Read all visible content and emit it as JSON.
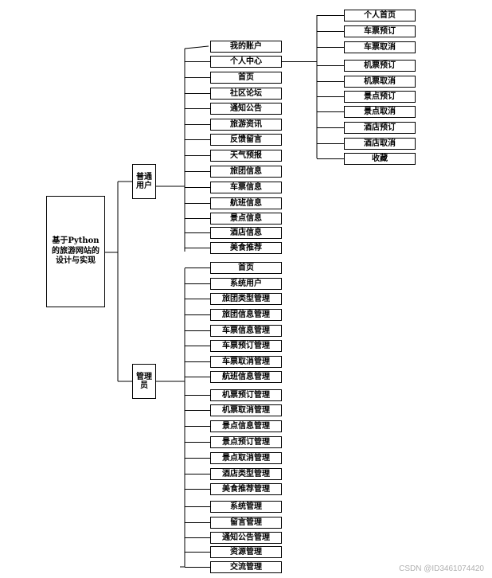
{
  "root": {
    "label": "基于Python的旅游网站的设计与实现"
  },
  "user_group": {
    "label": "普通用户",
    "items": [
      "我的账户",
      "个人中心",
      "首页",
      "社区论坛",
      "通知公告",
      "旅游资讯",
      "反馈留言",
      "天气预报",
      "旅团信息",
      "车票信息",
      "航班信息",
      "景点信息",
      "酒店信息",
      "美食推荐"
    ]
  },
  "personal_center": {
    "items": [
      "个人首页",
      "车票预订",
      "车票取消",
      "机票预订",
      "机票取消",
      "景点预订",
      "景点取消",
      "酒店预订",
      "酒店取消",
      "收藏"
    ]
  },
  "admin_group": {
    "label": "管理员",
    "items": [
      "首页",
      "系统用户",
      "旅团类型管理",
      "旅团信息管理",
      "车票信息管理",
      "车票预订管理",
      "车票取消管理",
      "航班信息管理",
      "机票预订管理",
      "机票取消管理",
      "景点信息管理",
      "景点预订管理",
      "景点取消管理",
      "酒店类型管理",
      "美食推荐管理",
      "系统管理",
      "留言管理",
      "通知公告管理",
      "资源管理",
      "交流管理"
    ]
  },
  "watermark": "CSDN @ID3461074420"
}
